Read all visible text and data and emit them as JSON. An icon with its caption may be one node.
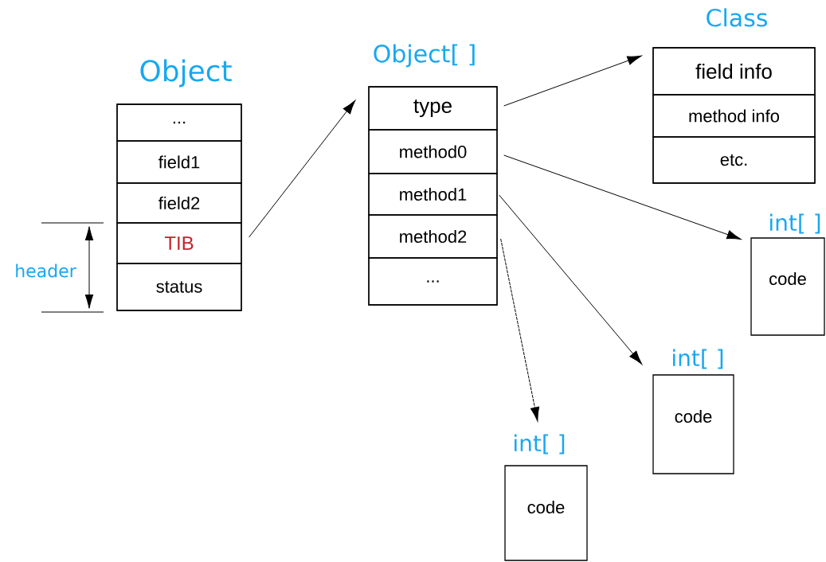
{
  "diagram": {
    "nodes": [
      {
        "text": [
          "Object"
        ]
      },
      {
        "text": [
          "..."
        ],
        "in": 0
      },
      {
        "text": [
          "field1"
        ],
        "in": 0
      },
      {
        "text": [
          "field2"
        ],
        "in": 0
      },
      {
        "text": [
          "TIB"
        ],
        "in": 0
      },
      {
        "text": [
          "status"
        ],
        "in": 0
      },
      {
        "text": [
          "Object[ ]"
        ]
      },
      {
        "text": [
          "type"
        ],
        "in": 6
      },
      {
        "text": [
          "method0"
        ],
        "in": 6
      },
      {
        "text": [
          "method1"
        ],
        "in": 6
      },
      {
        "text": [
          "method2"
        ],
        "in": 6
      },
      {
        "text": [
          "..."
        ],
        "in": 6
      },
      {
        "text": [
          "Class"
        ]
      },
      {
        "text": [
          "field info"
        ],
        "in": 12
      },
      {
        "text": [
          "method info"
        ],
        "in": 12
      },
      {
        "text": [
          "etc."
        ],
        "in": 12
      },
      {
        "text": [
          "int[ ]",
          "code"
        ]
      },
      {
        "text": [
          "int[ ]",
          "code"
        ]
      },
      {
        "text": [
          "int[ ]",
          "code"
        ]
      }
    ],
    "edges": [
      {
        "from": 4,
        "to": 6,
        "arrow": "to"
      },
      {
        "from": 7,
        "to": 12,
        "arrow": "to"
      },
      {
        "from": 8,
        "to": 16,
        "arrow": "to"
      },
      {
        "from": 9,
        "to": 17,
        "arrow": "to"
      },
      {
        "from": 10,
        "to": 18,
        "arrow": "to",
        "style": "dashed"
      }
    ],
    "labels": [
      "header"
    ]
  }
}
